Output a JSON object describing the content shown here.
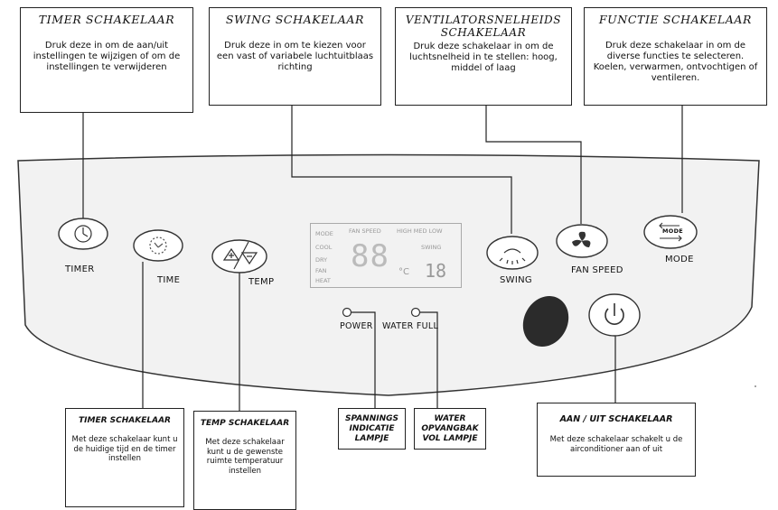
{
  "top_boxes": [
    {
      "title": "TIMER SCHAKELAAR",
      "text": "Druk deze in om de aan/uit instellingen te wijzigen of om de instellingen te verwijderen"
    },
    {
      "title": "SWING SCHAKELAAR",
      "text": "Druk deze in om te kiezen voor een vast of variabele luchtuitblaas richting"
    },
    {
      "title": "VENTILATORSNELHEIDS SCHAKELAAR",
      "text": "Druk deze schakelaar in om de luchtsnelheid in te stellen: hoog, middel of laag"
    },
    {
      "title": "FUNCTIE SCHAKELAAR",
      "text": "Druk deze schakelaar in om de diverse functies te selecteren. Koelen, verwarmen, ontvochtigen of ventileren."
    }
  ],
  "bottom_boxes": [
    {
      "title": "TIMER SCHAKELAAR",
      "text": "Met deze schakelaar kunt u de huidige tijd en de timer instellen"
    },
    {
      "title": "TEMP SCHAKELAAR",
      "text": "Met deze schakelaar kunt u de gewenste ruimte temperatuur instellen"
    },
    {
      "title": "SPANNINGS INDICATIE LAMPJE",
      "text": ""
    },
    {
      "title": "WATER OPVANGBAK VOL LAMPJE",
      "text": ""
    },
    {
      "title": "AAN / UIT SCHAKELAAR",
      "text": "Met deze schakelaar schakelt u de airconditioner aan of uit"
    }
  ],
  "panel": {
    "timer": "TIMER",
    "time": "TIME",
    "temp": "TEMP",
    "swing": "SWING",
    "fan_speed": "FAN SPEED",
    "mode": "MODE",
    "mode_icon_text": "MODE",
    "power": "POWER",
    "water_full": "WATER FULL"
  },
  "lcd": {
    "left_labels": [
      "MODE",
      "COOL",
      "DRY",
      "FAN",
      "HEAT"
    ],
    "fan_speed": "FAN SPEED",
    "hi_low": "HIGH MED LOW",
    "swing": "SWING",
    "big_digits": "88",
    "unit": "°C",
    "small_digits": "18"
  },
  "colors": {
    "line": "#222222",
    "panel_fill": "#f1f1f1",
    "power_dark": "#2b2b2b"
  }
}
